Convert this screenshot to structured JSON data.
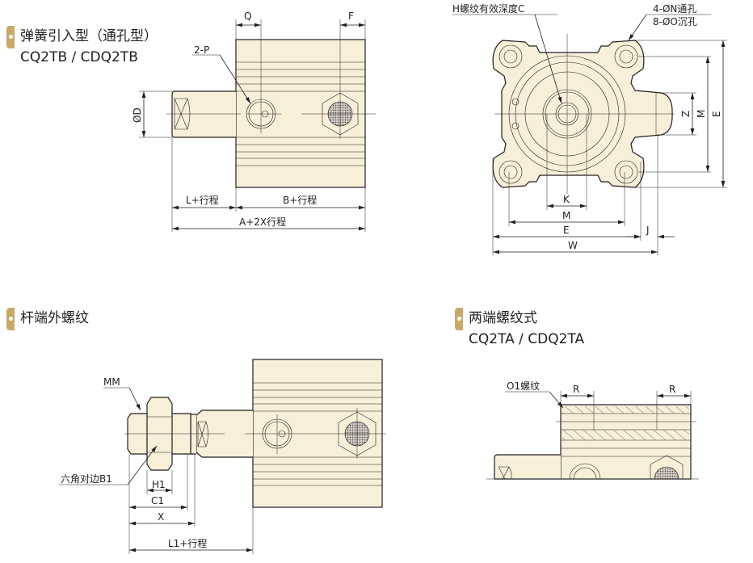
{
  "sections": [
    {
      "title": "弹簧引入型（通孔型）",
      "subtitle": "CQ2TB / CDQ2TB"
    },
    {
      "title": "杆端外螺纹"
    },
    {
      "title": "两端螺纹式",
      "subtitle": "CQ2TA / CDQ2TA"
    }
  ],
  "side_view": {
    "q": "Q",
    "f": "F",
    "port": "2-P",
    "rod_dia": "ØD",
    "l_stroke": "L+行程",
    "b_stroke": "B+行程",
    "a_stroke": "A+2X行程"
  },
  "end_view": {
    "thread": "H螺纹有效深度C",
    "holes1": "4-ØN通孔",
    "holes2": "8-ØO沉孔",
    "k": "K",
    "m": "M",
    "e": "E",
    "j": "J",
    "w": "W",
    "z": "Z",
    "m_v": "M",
    "e_v": "E"
  },
  "rod_thread_view": {
    "mm": "MM",
    "hex": "六角对边B1",
    "h1": "H1",
    "c1": "C1",
    "x": "X",
    "l1": "L1+行程"
  },
  "both_thread_view": {
    "o1": "O1螺纹",
    "r1": "R",
    "r2": "R"
  },
  "colors": {
    "body": "#f7efd8",
    "badge": "#c9a968"
  }
}
